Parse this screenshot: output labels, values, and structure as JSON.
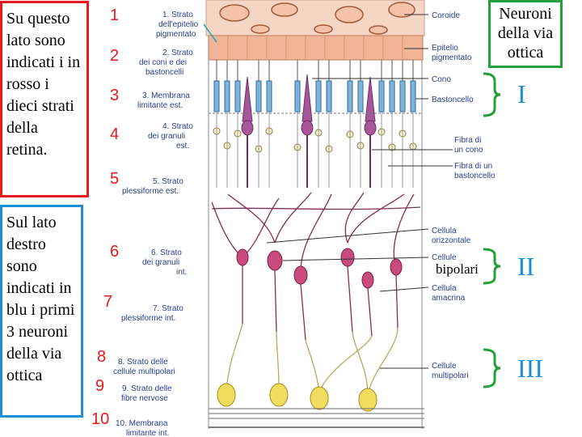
{
  "left_notes": {
    "red_note": "Su questo lato sono indicati i in rosso i dieci strati della retina.",
    "blue_note": "Sul lato destro sono indicati in blu i primi 3 neuroni della via ottica"
  },
  "layer_numbers": [
    "1",
    "2",
    "3",
    "4",
    "5",
    "6",
    "7",
    "8",
    "9",
    "10"
  ],
  "layer_labels": [
    [
      "1. Strato",
      "dell'epitelio",
      "pigmentato"
    ],
    [
      "2. Strato",
      "dei coni e dei",
      "bastoncelli"
    ],
    [
      "3. Membrana",
      "limitante est."
    ],
    [
      "4. Strato",
      "dei granuli",
      "est."
    ],
    [
      "5. Strato",
      "plessiforme est."
    ],
    [
      "6. Strato",
      "dei granuli",
      "int."
    ],
    [
      "7. Strato",
      "plessiforme int."
    ],
    [
      "8. Strato delle",
      "cellule multipolari"
    ],
    [
      "9. Strato delle",
      "fibre nervose"
    ],
    [
      "10. Membrana",
      "limitante int."
    ]
  ],
  "structure_labels": [
    [
      "Coroide"
    ],
    [
      "Epitelio",
      "pigmentato"
    ],
    [
      "Cono"
    ],
    [
      "Bastoncello"
    ],
    [
      "Fibra di",
      "un cono"
    ],
    [
      "Fibra di un",
      "bastoncello"
    ],
    [
      "Cellula",
      "orizzontale"
    ],
    [
      "Cellule"
    ],
    [
      "Cellula",
      "amacrina"
    ],
    [
      "Cellule",
      "multipolari"
    ]
  ],
  "neuron_title": "Neuroni della via ottica",
  "bipolar_label": "bipolari",
  "roman_numerals": [
    "I",
    "II",
    "III"
  ],
  "colors": {
    "red": "#e8191c",
    "blue": "#1a8fd6",
    "green": "#22a13a",
    "label_text": "#2b3d8f",
    "choroid": "#f6d5c5",
    "epithelium": "#f0b597",
    "rod": "#7fb3d9",
    "cone_cell": "#a8569a",
    "bipolar_cell": "#c94b7e",
    "ganglion_cell": "#f2dd60"
  }
}
